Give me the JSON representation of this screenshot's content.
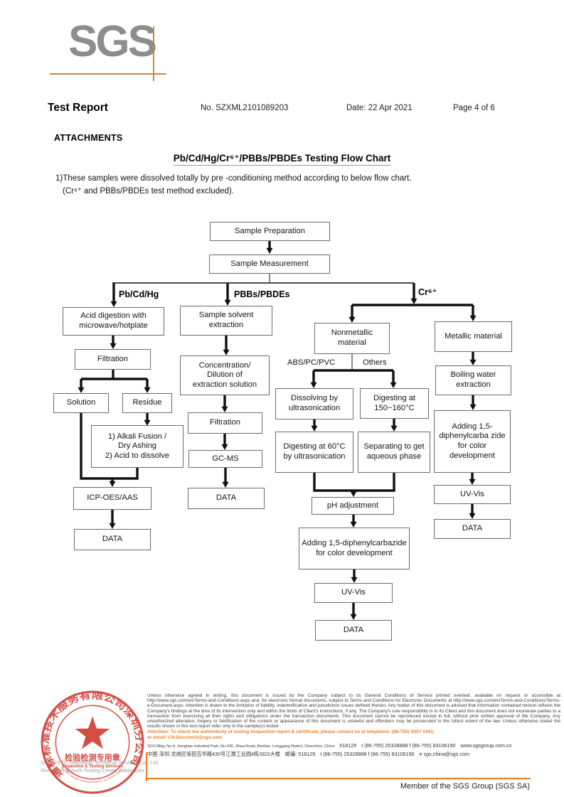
{
  "header": {
    "logo": "SGS",
    "title": "Test Report",
    "report_no": "No. SZXML2101089203",
    "date": "Date: 22 Apr 2021",
    "page": "Page 4 of 6"
  },
  "attachments": {
    "heading": "ATTACHMENTS",
    "flow_chart_title": "Pb/Cd/Hg/Cr⁶⁺/PBBs/PBDEs Testing Flow Chart",
    "note_line1": "1)These samples were dissolved totally by pre -conditioning method according to below flow chart.",
    "note_line2": "(Cr⁶⁺ and PBBs/PBDEs test method excluded)."
  },
  "flow": {
    "branch_labels": {
      "left": "Pb/Cd/Hg",
      "middle": "PBBs/PBDEs",
      "right": "Cr⁶⁺",
      "abs": "ABS/PC/PVC",
      "others": "Others"
    },
    "nodes": {
      "sample_prep": "Sample Preparation",
      "sample_meas": "Sample Measurement",
      "acid_digestion": "Acid digestion with microwave/hotplate",
      "solvent_extraction": "Sample solvent extraction",
      "nonmetallic": "Nonmetallic material",
      "metallic": "Metallic material",
      "filtration_left": "Filtration",
      "concentration": "Concentration/\nDilution of\nextraction solution",
      "boiling_water": "Boiling water extraction",
      "solution": "Solution",
      "residue": "Residue",
      "dissolving": "Dissolving by ultrasonication",
      "digesting_150": "Digesting at 150~160°C",
      "alkali": "1) Alkali Fusion /\nDry Ashing\n2) Acid to dissolve",
      "filtration_mid": "Filtration",
      "adding_dpc_right": "Adding 1,5-diphenylcarba zide for color development",
      "digesting_60": "Digesting at 60°C by ultrasonication",
      "separating": "Separating to get aqueous phase",
      "gcms": "GC-MS",
      "icp": "ICP-OES/AAS",
      "uvvis_right": "UV-Vis",
      "data_gcms": "DATA",
      "ph": "pH adjustment",
      "data_right": "DATA",
      "data_left": "DATA",
      "adding_dpc_mid": "Adding 1,5-diphenylcarbazide for color development",
      "uvvis_mid": "UV-Vis",
      "data_mid": "DATA"
    },
    "edges": [
      "Sample Preparation → Sample Measurement",
      "Sample Measurement → Pb/Cd/Hg → Acid digestion with microwave/hotplate → Filtration",
      "Filtration → Solution / Residue",
      "Residue → 1) Alkali Fusion / Dry Ashing 2) Acid to dissolve",
      "Solution + dissolved Residue → ICP-OES/AAS → DATA",
      "Sample Measurement → PBBs/PBDEs → Sample solvent extraction → Concentration/Dilution of extraction solution → Filtration → GC-MS → DATA",
      "Sample Measurement → Cr⁶⁺ → Nonmetallic material / Metallic material",
      "Nonmetallic material → ABS/PC/PVC → Dissolving by ultrasonication → Digesting at 60°C by ultrasonication",
      "Nonmetallic material → Others → Digesting at 150~160°C → Separating to get aqueous phase",
      "Digesting at 60°C / Separating → pH adjustment → Adding 1,5-diphenylcarbazide for color development → UV-Vis → DATA",
      "Metallic material → Boiling water extraction → Adding 1,5-diphenylcarbazide for color development → UV-Vis → DATA"
    ]
  },
  "footer": {
    "stamp": {
      "ring_cn": "通标标准技术服务有限公司深圳分公司",
      "ring_en": "SGS-CSTC Standards Technical Services Co., Ltd. Shenzhen Branch",
      "center_cn": "检验检测专用章",
      "center_en": "Inspection & Testing Services"
    },
    "company_line1": "SGS-CSTC Standards Technical Services Co., Ltd.",
    "company_line2": "Shenzhen Branch Testing Center Laboratory",
    "legal": "Unless otherwise agreed in writing, this document is issued by the Company subject to its General Conditions of Service printed overleaf, available on request or accessible at http://www.sgs.com/en/Terms-and-Conditions.aspx and, for electronic format documents, subject to Terms and Conditions for Electronic Documents at http://www.sgs.com/en/Terms-and-Conditions/Terms-e-Document.aspx. Attention is drawn to the limitation of liability, indemnification and jurisdiction issues defined therein. Any holder of this document is advised that information contained hereon reflects the Company's findings at the time of its intervention only and within the limits of Client's instructions, if any. The Company's sole responsibility is to its Client and this document does not exonerate parties to a transaction from exercising all their rights and obligations under the transaction documents. This document cannot be reproduced except in full, without prior written approval of the Company. Any unauthorized alteration, forgery or falsification of the content or appearance of this document is unlawful and offenders may be prosecuted to the fullest extent of the law. Unless otherwise stated the results shown in this test report refer only to the sample(s) tested .",
    "attention_line1": "Attention: To check the authenticity of testing /inspection report & certificate, please contact us at telephone: (86-755) 8307 1443,",
    "attention_line2": "or email: CN.Doccheck@sgs.com",
    "address_en": "SGS Bldg, No.4, Jianghao Industrial Park, No.430, Jihua Road, Bantian, Longgang District, Shenzhen, China",
    "postcode_en": "518129",
    "phones_en": "t (86-755) 25328888   f (86-755) 83106190",
    "website": "www.sgsgroup.com.cn",
    "address_cn": "中国·深圳·龙岗区坂田吉华路430号江灏工业园4栋SGS大楼",
    "postcode_cn": "邮编: 518129",
    "phones_cn": "t (86-755) 25328888   f (86-755) 83106190",
    "email": "e sgs.china@sgs.com",
    "member": "Member of the SGS Group (SGS SA)"
  }
}
